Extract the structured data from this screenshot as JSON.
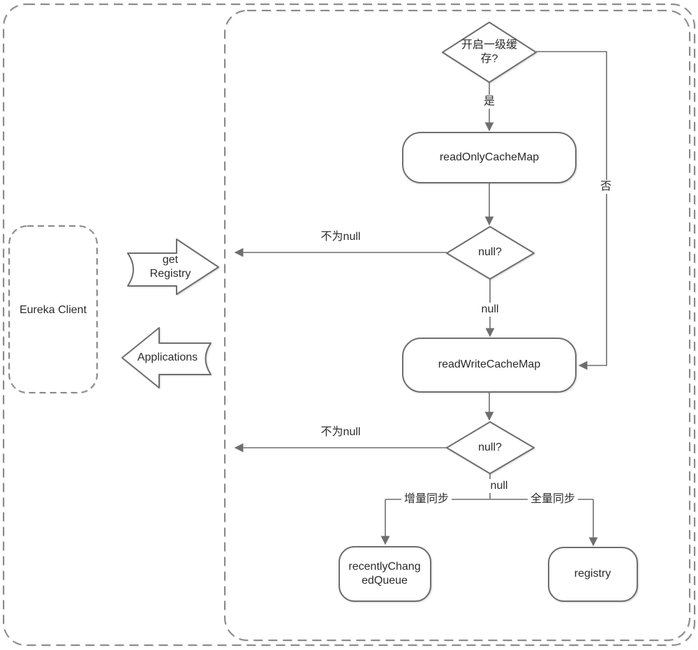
{
  "diagram": {
    "client": {
      "label": "Eureka Client"
    },
    "flow_arrows": {
      "get_registry": {
        "line1": "get",
        "line2": "Registry"
      },
      "applications": {
        "label": "Applications"
      }
    },
    "nodes": {
      "cache_check": {
        "line1": "开启一级缓",
        "line2": "存?"
      },
      "read_only_cache": {
        "label": "readOnlyCacheMap"
      },
      "null_check_1": {
        "label": "null?"
      },
      "read_write_cache": {
        "label": "readWriteCacheMap"
      },
      "null_check_2": {
        "label": "null?"
      },
      "recently_changed_queue": {
        "line1": "recentlyChang",
        "line2": "edQueue"
      },
      "registry": {
        "label": "registry"
      }
    },
    "edge_labels": {
      "yes": "是",
      "no": "否",
      "null_1": "null",
      "null_2": "null",
      "not_null_1": "不为null",
      "not_null_2": "不为null",
      "incremental_sync": "增量同步",
      "full_sync": "全量同步"
    },
    "colors": {
      "shape_stroke": "#6e6e6e",
      "dashed_stroke": "#8a8a8a",
      "text": "#2b2b2b",
      "fill": "#ffffff"
    }
  }
}
